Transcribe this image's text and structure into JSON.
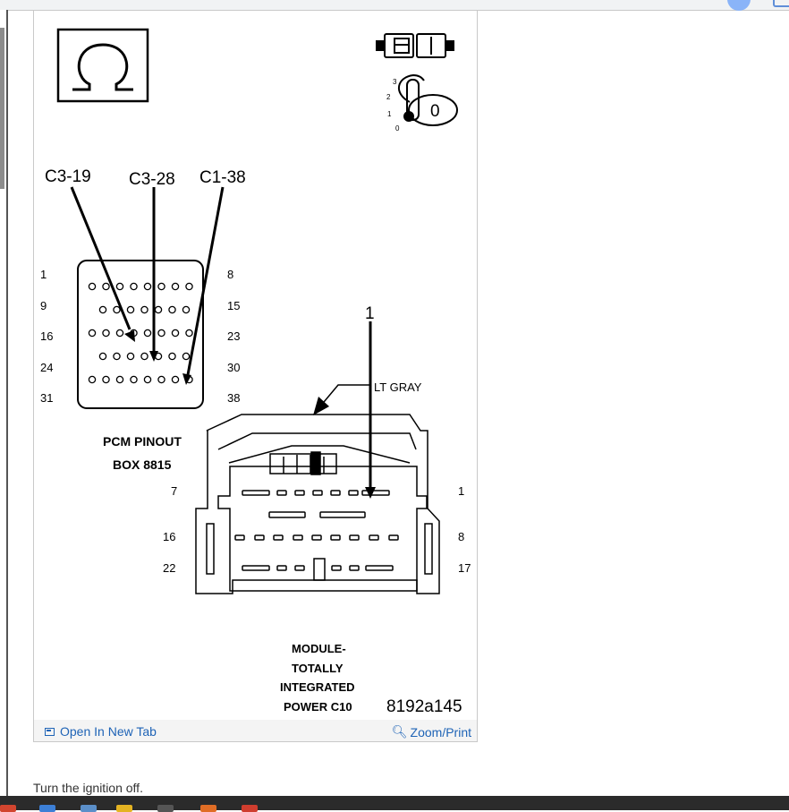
{
  "figure": {
    "top_labels": [
      "C3-19",
      "C3-28",
      "C1-38"
    ],
    "left_pin_numbers": [
      "1",
      "9",
      "16",
      "24",
      "31"
    ],
    "right_pin_numbers": [
      "8",
      "15",
      "23",
      "30",
      "38"
    ],
    "key_positions": [
      "3",
      "2",
      "1",
      "0"
    ],
    "key_value": "0",
    "pin_callout": "1",
    "wire_color": "LT GRAY",
    "pcm_label_line1": "PCM PINOUT",
    "pcm_label_line2": "BOX 8815",
    "conn_left_numbers": [
      "7",
      "16",
      "22"
    ],
    "conn_right_numbers": [
      "1",
      "8",
      "17"
    ],
    "module_label": [
      "MODULE-",
      "TOTALLY",
      "INTEGRATED",
      "POWER C10"
    ],
    "figure_code": "8192a145"
  },
  "footer": {
    "open_label": "Open In New Tab",
    "zoom_label": "Zoom/Print"
  },
  "step_text": "Turn the ignition off."
}
